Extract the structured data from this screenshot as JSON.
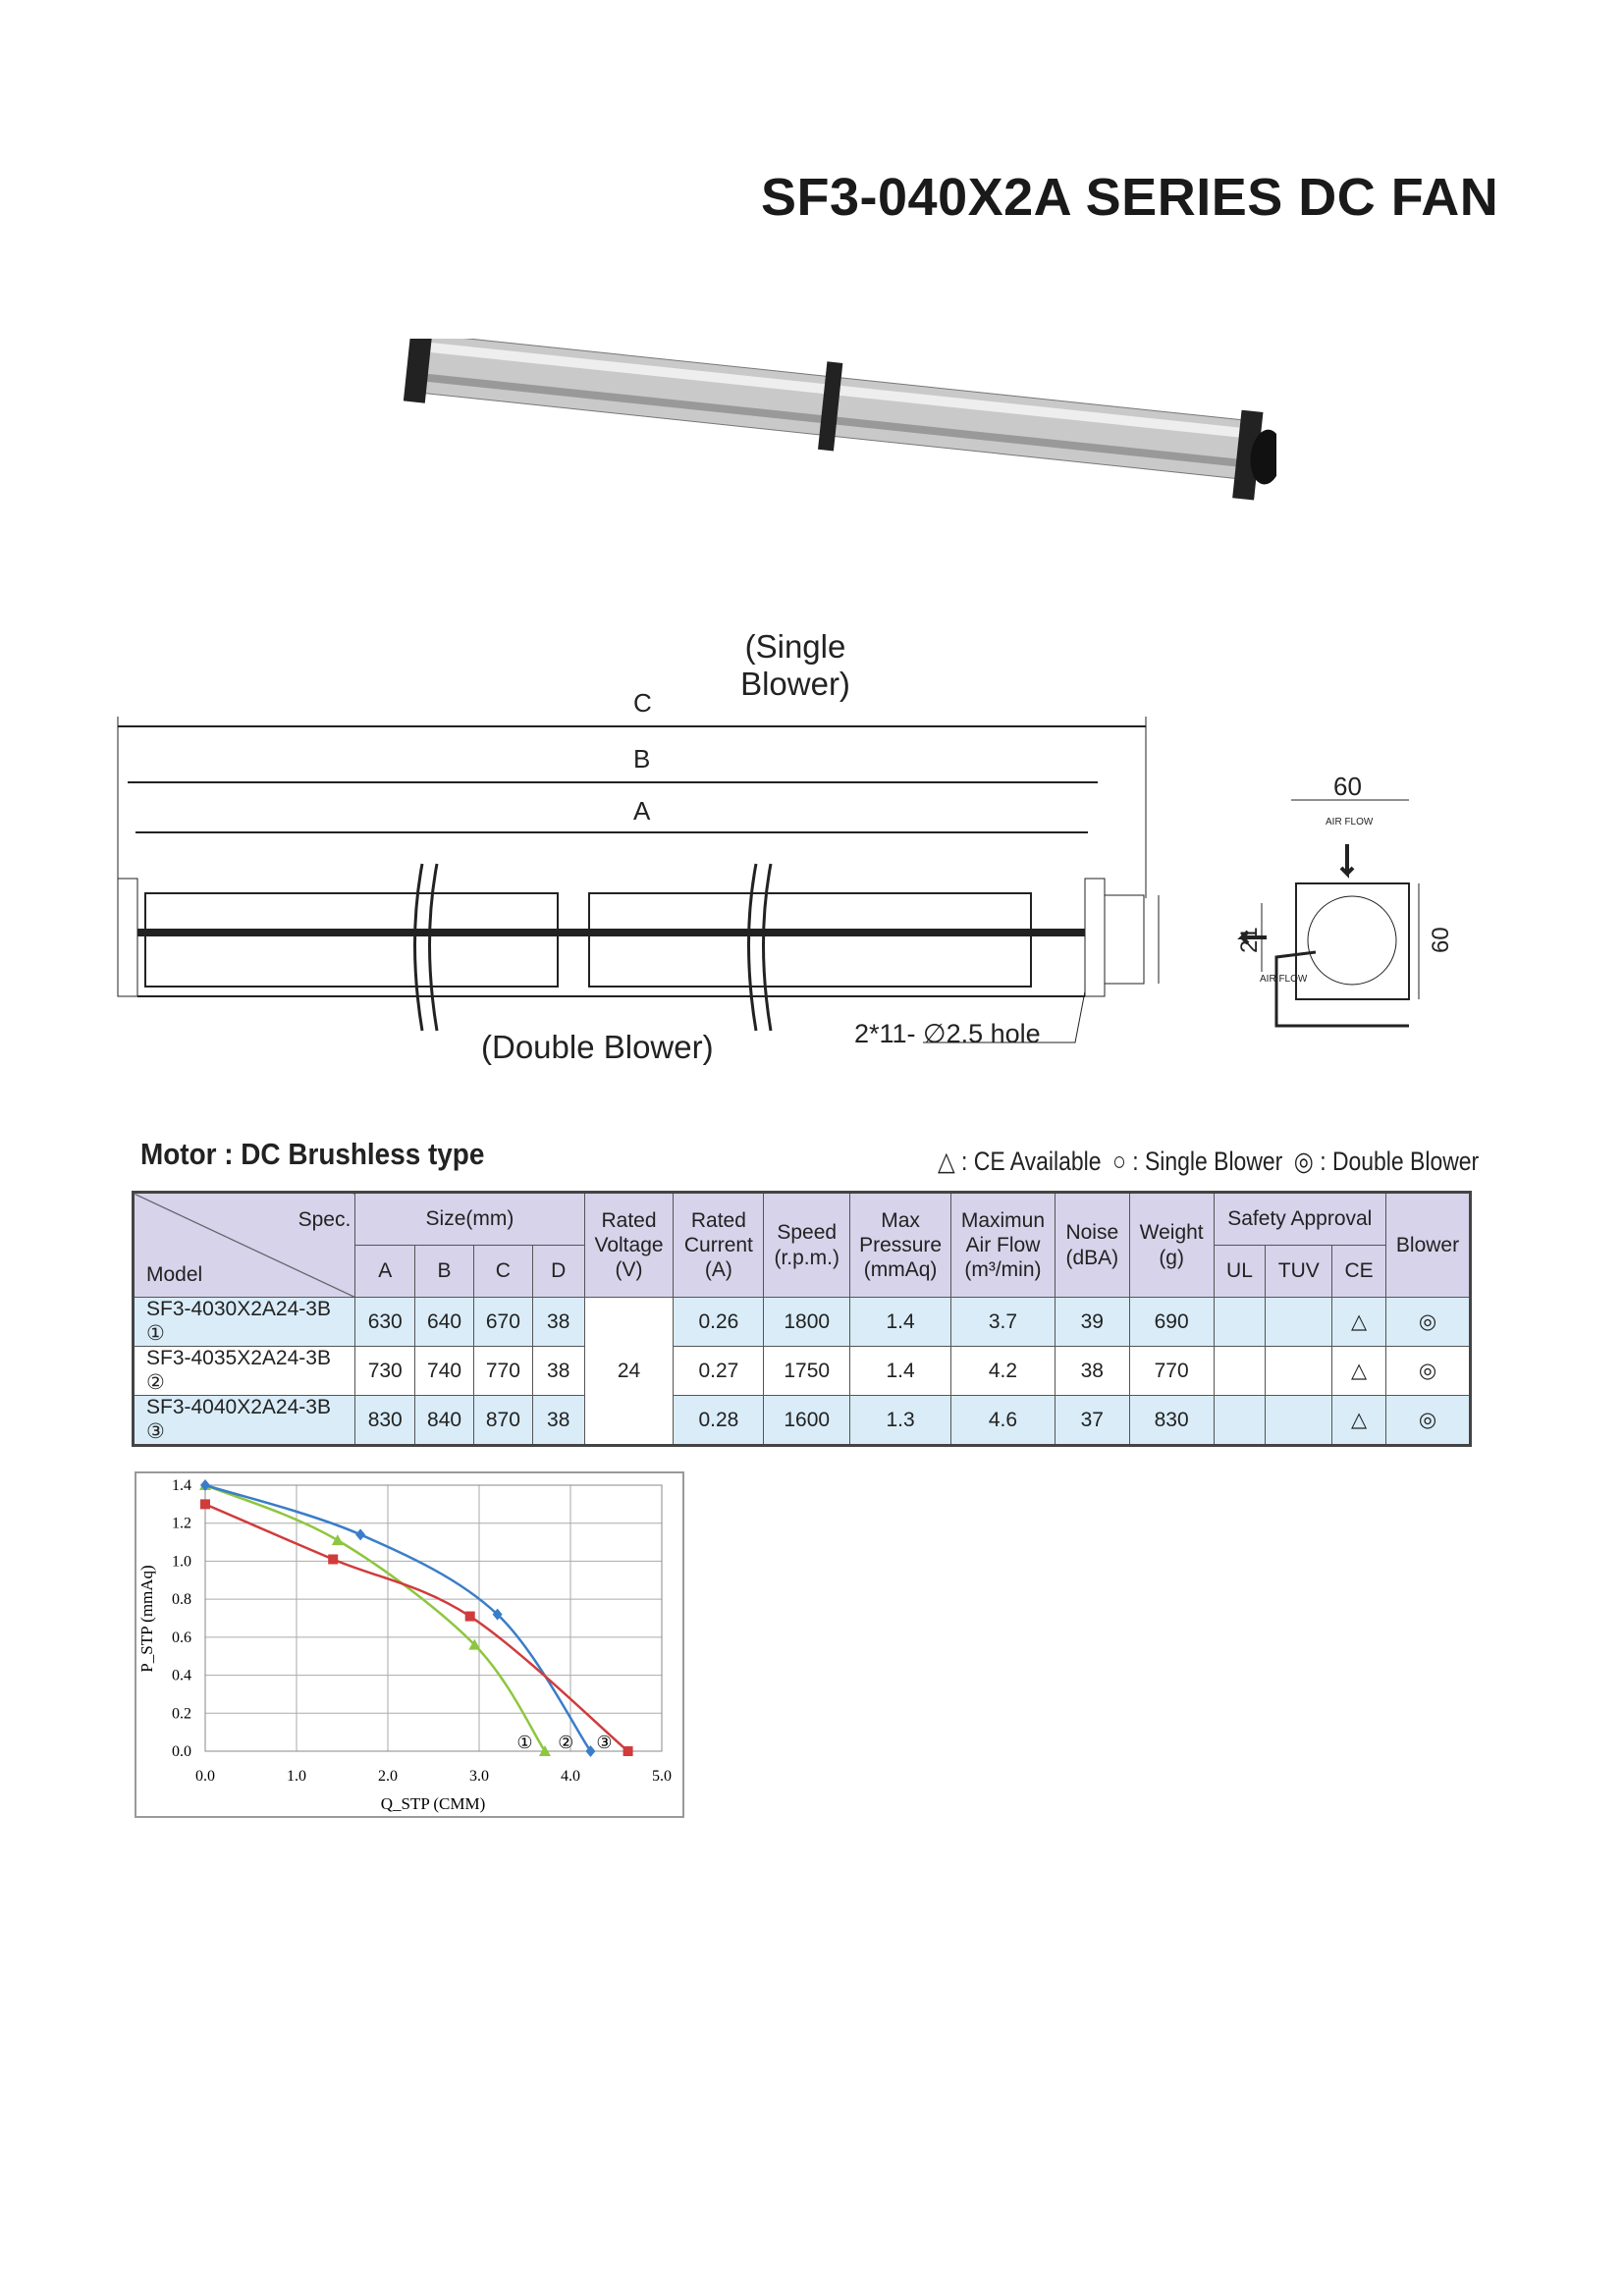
{
  "title": "SF3-040X2A SERIES DC FAN",
  "single_blower_label": "(Single Blower)",
  "double_blower_label": "(Double Blower)",
  "drawing": {
    "dim_c": "C",
    "dim_b": "B",
    "dim_a": "A",
    "width": "60",
    "height": "60",
    "offset": "21",
    "air_flow": "AIR FLOW",
    "hole": "2*11- ∅2.5 hole"
  },
  "motor_title": "Motor : DC Brushless type",
  "legend": {
    "ce": "△ : CE Available",
    "single": "○ : Single Blower",
    "double": "◎ : Double Blower"
  },
  "table": {
    "spec": "Spec.",
    "model": "Model",
    "size": "Size(mm)",
    "a": "A",
    "b": "B",
    "c": "C",
    "d": "D",
    "voltage": "Rated Voltage (V)",
    "current": "Rated Current (A)",
    "speed": "Speed (r.p.m.)",
    "pressure": "Max Pressure (mmAq)",
    "airflow": "Maximun Air Flow (m³/min)",
    "noise": "Noise (dBA)",
    "weight": "Weight (g)",
    "safety": "Safety Approval",
    "ul": "UL",
    "tuv": "TUV",
    "ce": "CE",
    "blower": "Blower",
    "voltage_value": "24",
    "rows": [
      {
        "model": "SF3-4030X2A24-3B ①",
        "a": "630",
        "b": "640",
        "c": "670",
        "d": "38",
        "current": "0.26",
        "speed": "1800",
        "pressure": "1.4",
        "airflow": "3.7",
        "noise": "39",
        "weight": "690",
        "ul": "",
        "tuv": "",
        "ce": "△",
        "blower": "◎"
      },
      {
        "model": "SF3-4035X2A24-3B ②",
        "a": "730",
        "b": "740",
        "c": "770",
        "d": "38",
        "current": "0.27",
        "speed": "1750",
        "pressure": "1.4",
        "airflow": "4.2",
        "noise": "38",
        "weight": "770",
        "ul": "",
        "tuv": "",
        "ce": "△",
        "blower": "◎"
      },
      {
        "model": "SF3-4040X2A24-3B ③",
        "a": "830",
        "b": "840",
        "c": "870",
        "d": "38",
        "current": "0.28",
        "speed": "1600",
        "pressure": "1.3",
        "airflow": "4.6",
        "noise": "37",
        "weight": "830",
        "ul": "",
        "tuv": "",
        "ce": "△",
        "blower": "◎"
      }
    ]
  },
  "chart_data": {
    "type": "line",
    "title": "",
    "xlabel": "Q_STP (CMM)",
    "ylabel": "P_STP (mmAq)",
    "xlim": [
      0,
      5
    ],
    "ylim": [
      0,
      1.4
    ],
    "grid": true,
    "xticks": [
      "0.0",
      "1.0",
      "2.0",
      "3.0",
      "4.0",
      "5.0"
    ],
    "yticks": [
      "0.0",
      "0.2",
      "0.4",
      "0.6",
      "0.8",
      "1.0",
      "1.2",
      "1.4"
    ],
    "series": [
      {
        "name": "①",
        "color": "#8dc63f",
        "marker": "triangle",
        "x": [
          0,
          1.45,
          2.95,
          3.72
        ],
        "y": [
          1.4,
          1.11,
          0.56,
          0
        ]
      },
      {
        "name": "②",
        "color": "#3a7dc8",
        "marker": "diamond",
        "x": [
          0,
          1.7,
          3.2,
          4.22
        ],
        "y": [
          1.4,
          1.14,
          0.72,
          0
        ]
      },
      {
        "name": "③",
        "color": "#d13b3b",
        "marker": "square",
        "x": [
          0,
          1.4,
          2.9,
          4.63
        ],
        "y": [
          1.3,
          1.01,
          0.71,
          0
        ]
      }
    ],
    "curve_labels": [
      {
        "text": "①",
        "x": 3.5
      },
      {
        "text": "②",
        "x": 3.95
      },
      {
        "text": "③",
        "x": 4.37
      }
    ]
  }
}
